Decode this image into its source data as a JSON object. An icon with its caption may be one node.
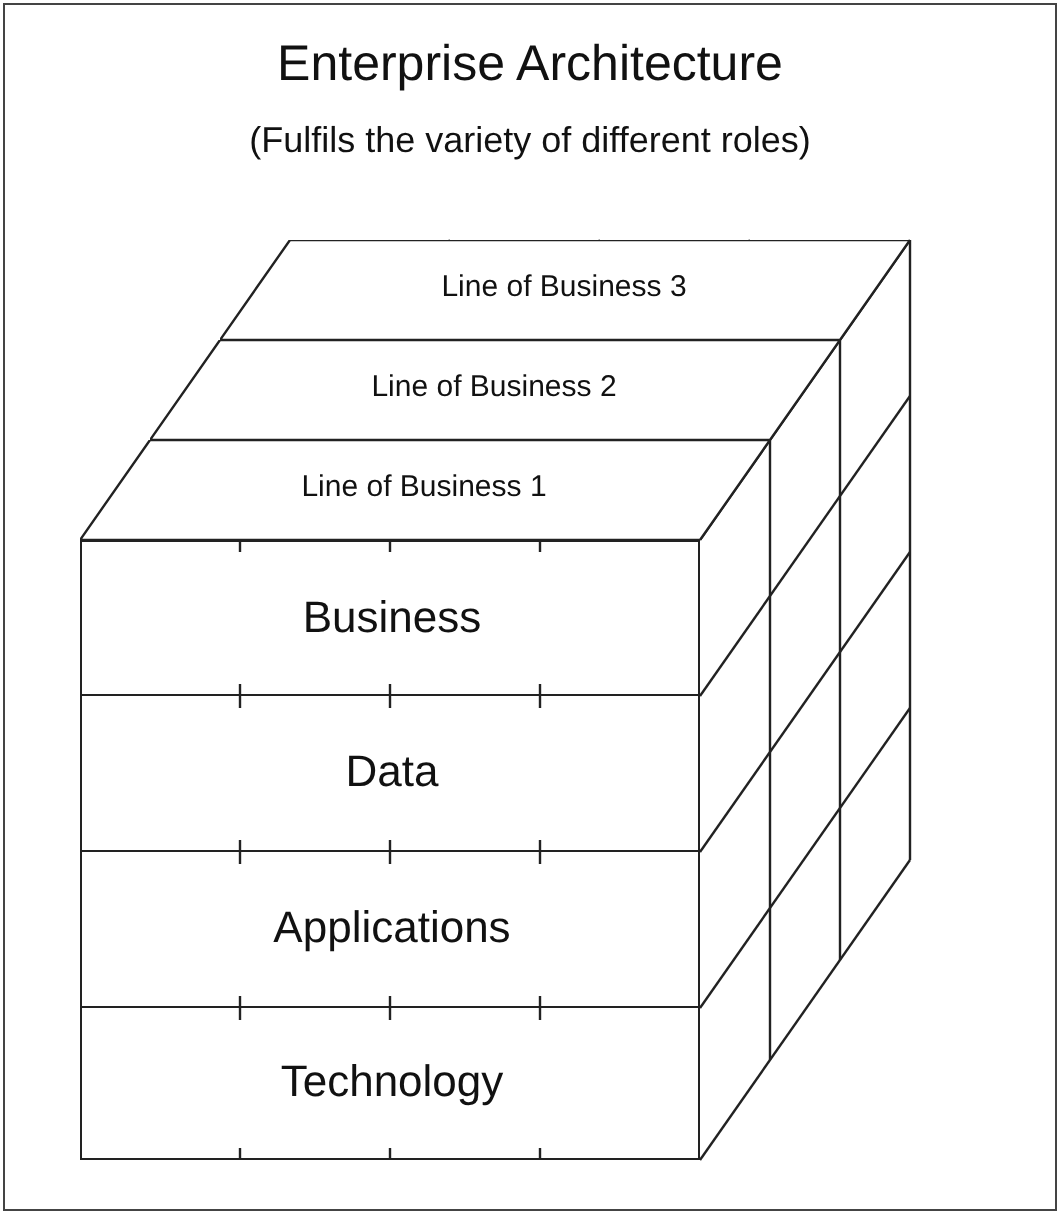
{
  "diagram": {
    "title": "Enterprise Architecture",
    "nodes": [
      {
        "text": [
          "Line of Business 3"
        ]
      },
      {
        "text": [
          "Line of Business 2"
        ]
      },
      {
        "text": [
          "Line of Business 1"
        ]
      },
      {
        "text": [
          "Business"
        ]
      },
      {
        "text": [
          "Data"
        ]
      },
      {
        "text": [
          "Applications"
        ]
      },
      {
        "text": [
          "Technology"
        ]
      }
    ],
    "labels": [
      "(Fulfils the variety of different roles)"
    ]
  }
}
